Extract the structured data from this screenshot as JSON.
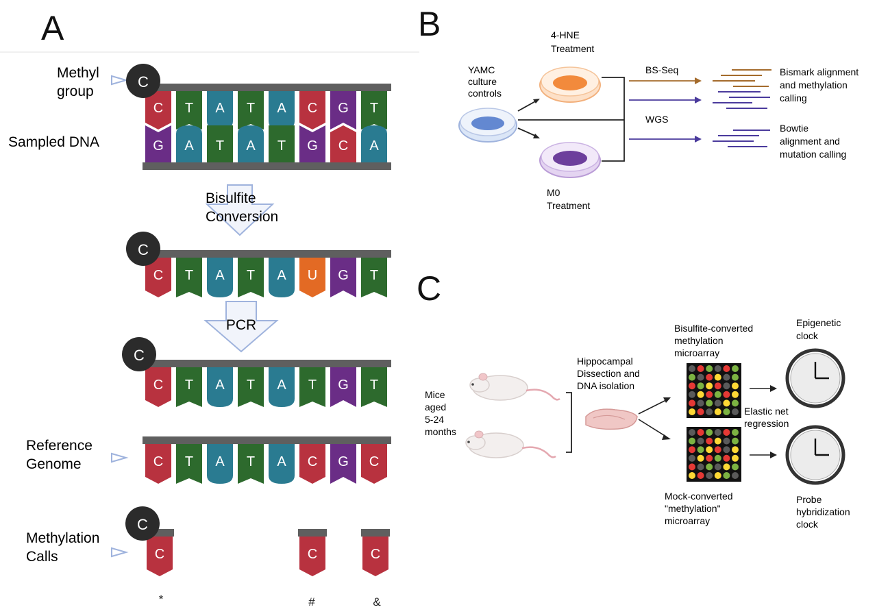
{
  "panel_a": {
    "letter": "A",
    "methyl_label": [
      "Methyl",
      "group"
    ],
    "sampled_dna_label": "Sampled DNA",
    "methyl_c": "C",
    "top_strand": [
      "C",
      "T",
      "A",
      "T",
      "A",
      "C",
      "G",
      "T"
    ],
    "bottom_strand": [
      "G",
      "A",
      "T",
      "A",
      "T",
      "G",
      "C",
      "A"
    ],
    "bisulfite_label": [
      "Bisulfite",
      "Conversion"
    ],
    "converted_strand": [
      "C",
      "T",
      "A",
      "T",
      "A",
      "U",
      "G",
      "T"
    ],
    "pcr_label": "PCR",
    "pcr_strand": [
      "C",
      "T",
      "A",
      "T",
      "A",
      "T",
      "G",
      "T"
    ],
    "reference_label": [
      "Reference",
      "Genome"
    ],
    "reference_strand": [
      "C",
      "T",
      "A",
      "T",
      "A",
      "C",
      "G",
      "C"
    ],
    "calls_label": [
      "Methylation",
      "Calls"
    ],
    "calls": [
      "C",
      "C",
      "C"
    ],
    "call_markers": [
      "*",
      "#",
      "&"
    ]
  },
  "panel_b": {
    "letter": "B",
    "control_label": [
      "YAMC",
      "culture",
      "controls"
    ],
    "hne_label": [
      "4-HNE",
      "Treatment"
    ],
    "m0_label": [
      "M0",
      "Treatment"
    ],
    "bsseq_label": "BS-Seq",
    "wgs_label": "WGS",
    "bismark_label": [
      "Bismark alignment",
      "and methylation",
      "calling"
    ],
    "bowtie_label": [
      "Bowtie",
      "alignment and",
      "mutation calling"
    ]
  },
  "panel_c": {
    "letter": "C",
    "mice_label": [
      "Mice",
      "aged",
      "5-24",
      "months"
    ],
    "dissection_label": [
      "Hippocampal",
      "Dissection and",
      "DNA isolation"
    ],
    "bisulfite_array_label": [
      "Bisulfite-converted",
      "methylation",
      "microarray"
    ],
    "mock_array_label": [
      "Mock-converted",
      "\"methylation\"",
      "microarray"
    ],
    "epigenetic_clock_label": [
      "Epigenetic",
      "clock"
    ],
    "probe_clock_label": [
      "Probe",
      "hybridization",
      "clock"
    ],
    "elastic_label": [
      "Elastic net",
      "regression"
    ]
  },
  "colors": {
    "C": "#b8323f",
    "T": "#2d6a2d",
    "A": "#2a7b91",
    "G": "#6a2d86",
    "U": "#e36a24",
    "backbone": "#5f5f5f",
    "methyl": "#2b2b2b",
    "arrow_fill": "#f1f4fb",
    "arrow_stroke": "#9fb3dd",
    "pointer": "#9fb3dd",
    "bsseq": "#a46b2c",
    "wgs": "#4a3a9c",
    "hne_dish": "#f28a3c",
    "m0_dish": "#6d3f9c",
    "control_dish": "#4a74c9"
  }
}
